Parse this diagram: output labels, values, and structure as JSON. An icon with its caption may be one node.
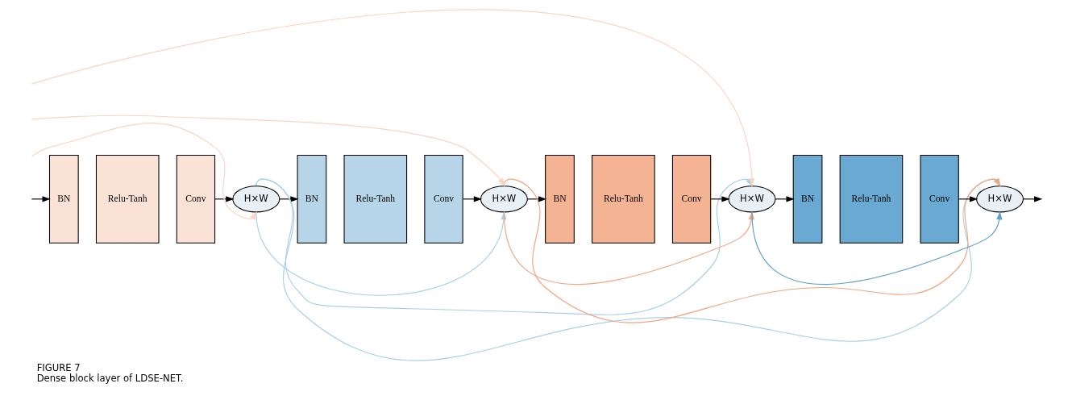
{
  "diagram": {
    "title": "FIGURE 7",
    "caption": "Dense block layer of LDSE-NET.",
    "nodes": [
      {
        "text": [
          "BN"
        ]
      },
      {
        "text": [
          "Relu-Tanh"
        ]
      },
      {
        "text": [
          "Conv"
        ]
      },
      {
        "text": [
          "H×W"
        ]
      },
      {
        "text": [
          "BN"
        ]
      },
      {
        "text": [
          "Relu-Tanh"
        ]
      },
      {
        "text": [
          "Conv"
        ]
      },
      {
        "text": [
          "H×W"
        ]
      },
      {
        "text": [
          "BN"
        ]
      },
      {
        "text": [
          "Relu-Tanh"
        ]
      },
      {
        "text": [
          "Conv"
        ]
      },
      {
        "text": [
          "H×W"
        ]
      },
      {
        "text": [
          "BN"
        ]
      },
      {
        "text": [
          "Relu-Tanh"
        ]
      },
      {
        "text": [
          "Conv"
        ]
      },
      {
        "text": [
          "H×W"
        ]
      }
    ],
    "edges": [
      {
        "from": null,
        "to": 0,
        "arrow": "to"
      },
      {
        "from": 2,
        "to": 3,
        "arrow": "to"
      },
      {
        "from": 3,
        "to": 4,
        "arrow": "to"
      },
      {
        "from": 6,
        "to": 7,
        "arrow": "to"
      },
      {
        "from": 7,
        "to": 8,
        "arrow": "to"
      },
      {
        "from": 10,
        "to": 11,
        "arrow": "to"
      },
      {
        "from": 11,
        "to": 12,
        "arrow": "to"
      },
      {
        "from": 14,
        "to": 15,
        "arrow": "to"
      },
      {
        "from": 15,
        "to": null,
        "arrow": "to"
      },
      {
        "from": null,
        "to": 3,
        "arrow": "to",
        "color": "#f8d5c2"
      },
      {
        "from": null,
        "to": 7,
        "arrow": "to",
        "color": "#f8d5c2"
      },
      {
        "from": null,
        "to": 11,
        "arrow": "to",
        "color": "#f8d5c2"
      },
      {
        "from": 3,
        "to": 7,
        "arrow": "to",
        "color": "#a9cfe4"
      },
      {
        "from": 3,
        "to": 11,
        "arrow": "to",
        "color": "#a9cfe4"
      },
      {
        "from": 3,
        "to": 15,
        "arrow": "to",
        "color": "#a9cfe4"
      },
      {
        "from": 7,
        "to": 11,
        "arrow": "to",
        "color": "#f0a582"
      },
      {
        "from": 7,
        "to": 15,
        "arrow": "to",
        "color": "#f0a582"
      },
      {
        "from": 11,
        "to": 15,
        "arrow": "to",
        "color": "#5b9fcc"
      }
    ]
  }
}
